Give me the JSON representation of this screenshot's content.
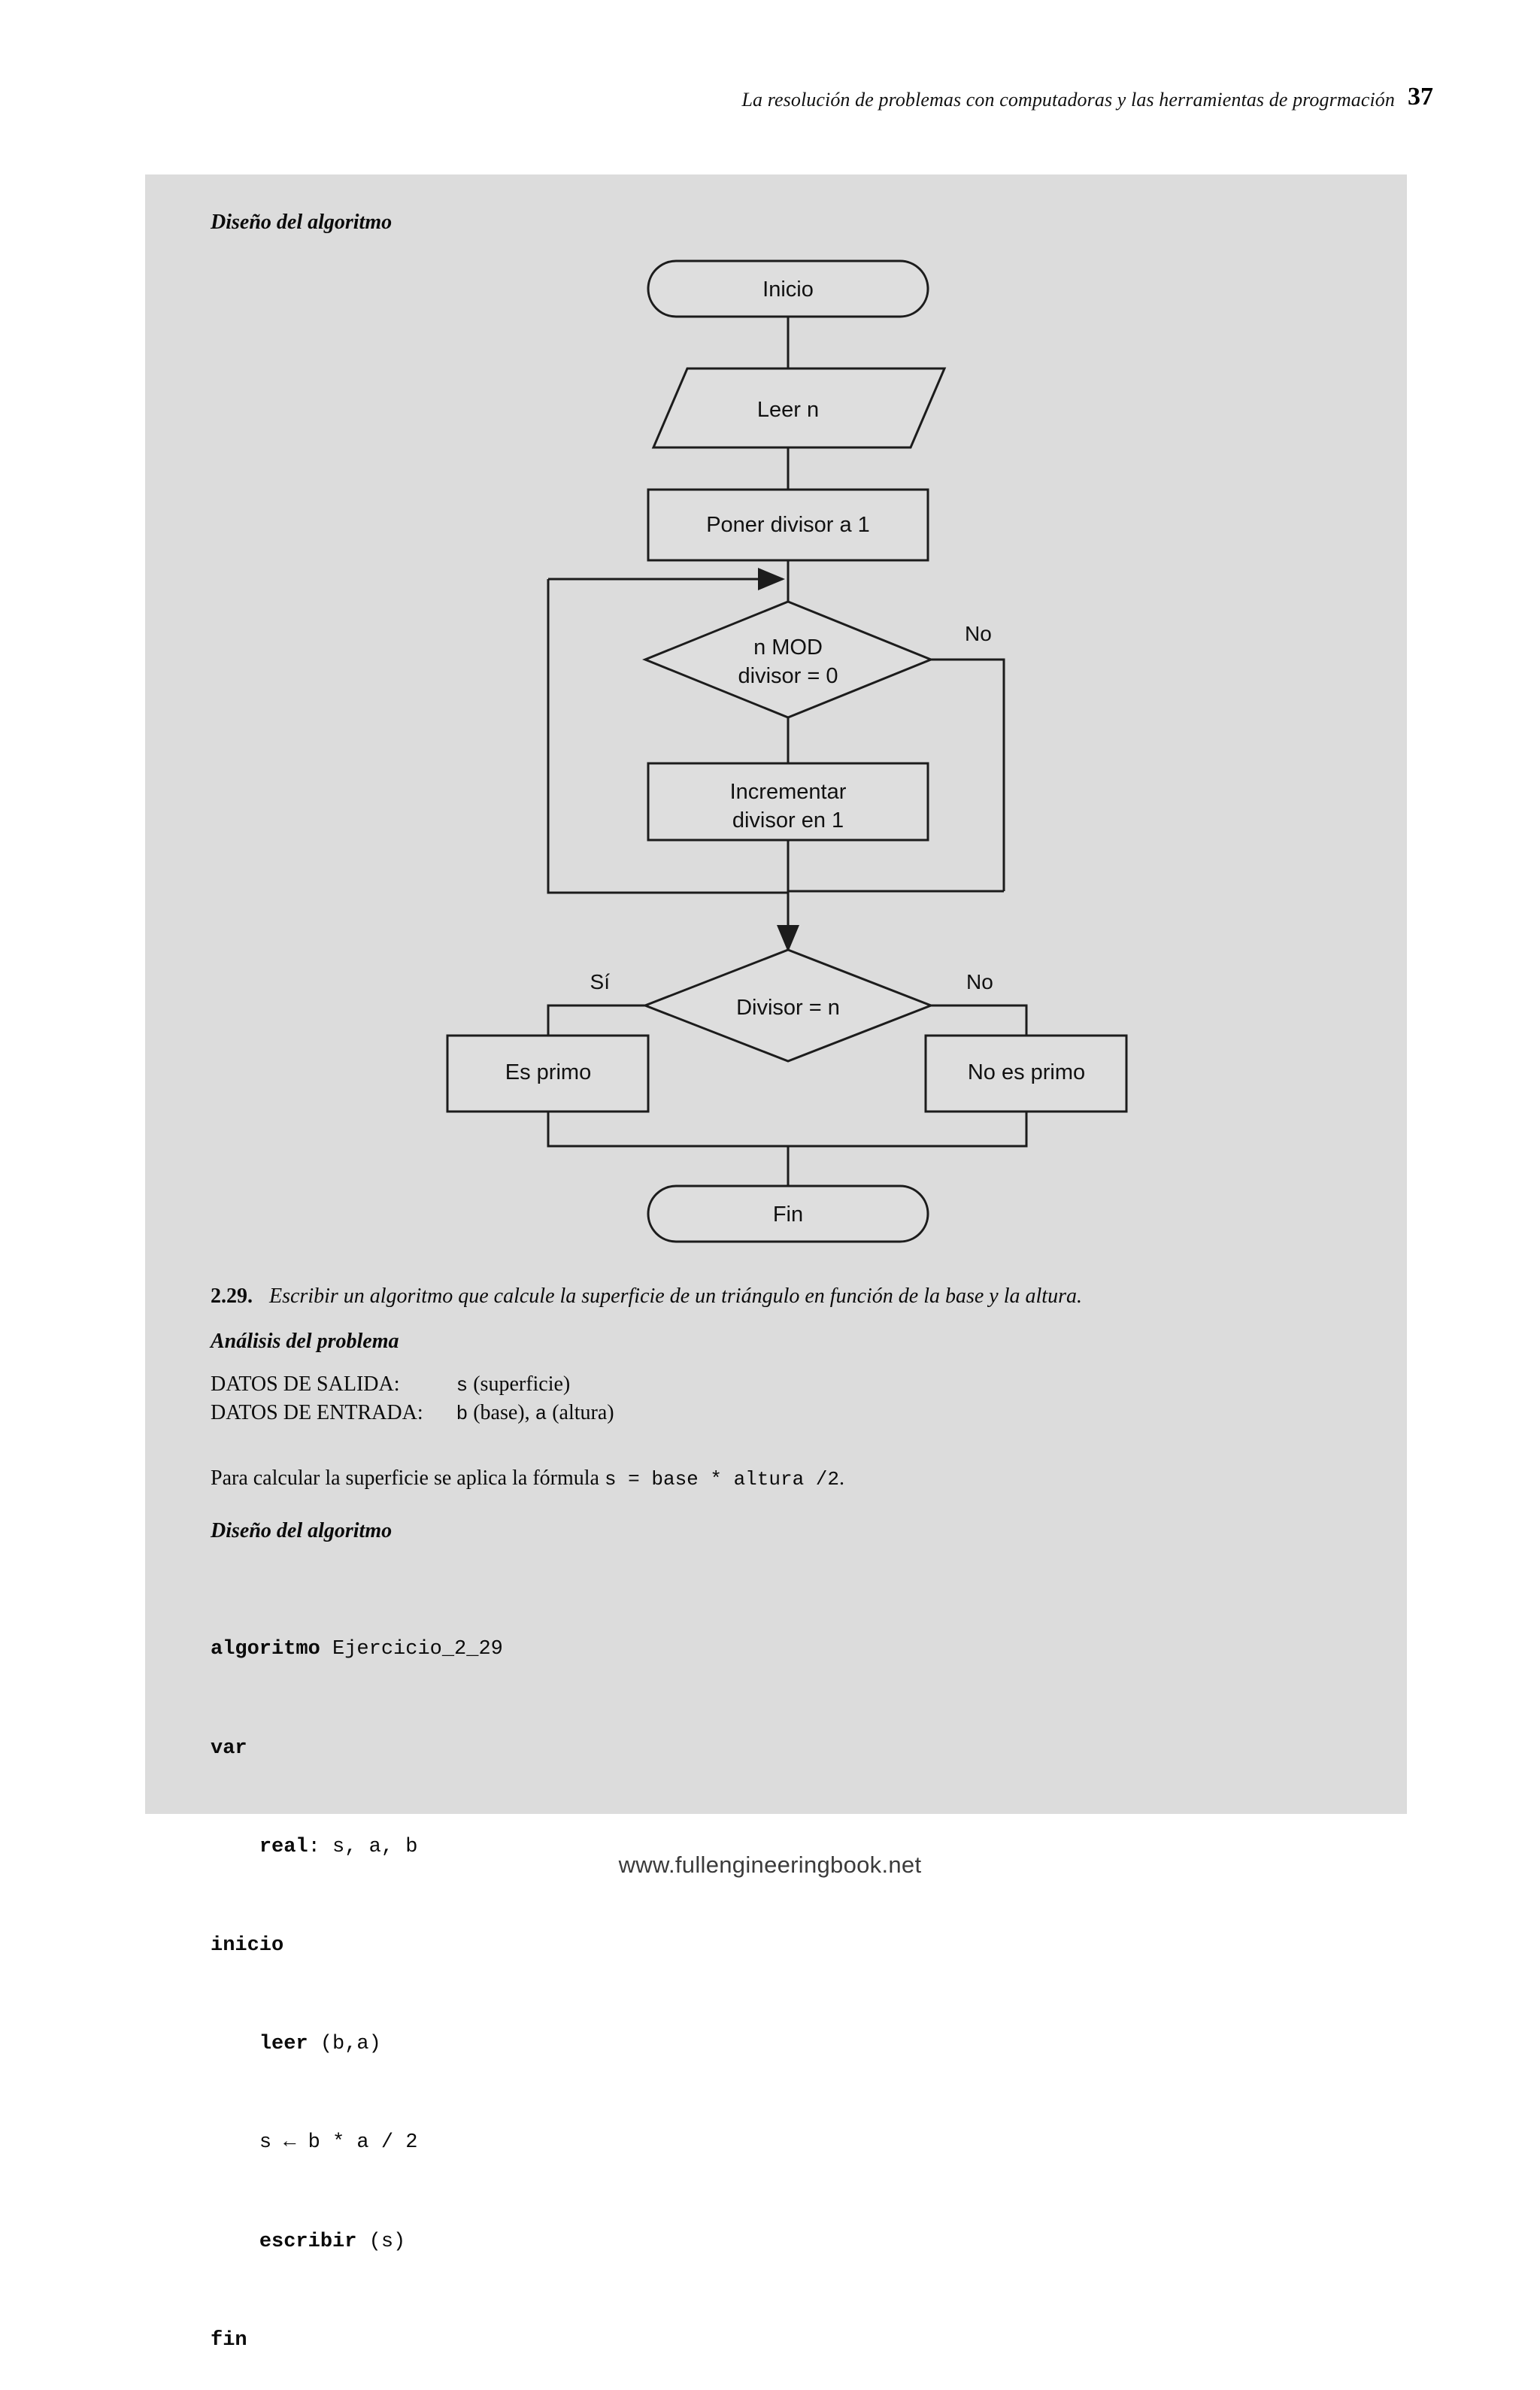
{
  "header": {
    "running_title": "La resolución de problemas con computadoras y las herramientas de progrmación",
    "page_number": "37"
  },
  "panel": {
    "heading_top": "Diseño del algoritmo",
    "heading_bottom": "Diseño del algoritmo",
    "heading_analisis": "Análisis del problema"
  },
  "flowchart": {
    "title": "Diseño del algoritmo",
    "nodes": {
      "start": "Inicio",
      "read": "Leer n",
      "init": "Poner divisor a 1",
      "decision1_line1": "n MOD",
      "decision1_line2": "divisor = 0",
      "increment_line1": "Incrementar",
      "increment_line2": "divisor en 1",
      "decision2": "Divisor = n",
      "yes_result": "Es primo",
      "no_result": "No es primo",
      "end": "Fin"
    },
    "edge_labels": {
      "decision1_no": "No",
      "decision2_yes": "Sí",
      "decision2_no": "No"
    }
  },
  "exercise": {
    "number": "2.29.",
    "statement": "Escribir un algoritmo que calcule la superficie de un triángulo en función de la base y la altura."
  },
  "analisis": {
    "rows": [
      {
        "label": "DATOS DE SALIDA:",
        "var": "s",
        "desc": " (superficie)"
      },
      {
        "label": "DATOS DE ENTRADA:",
        "var": "b",
        "desc": " (base), ",
        "var2": "a",
        "desc2": " (altura)"
      }
    ],
    "formula_prefix": "Para calcular la superficie se aplica la fórmula ",
    "formula_code": "s = base * altura /2",
    "formula_suffix": "."
  },
  "code": {
    "lines": [
      {
        "kw": "algoritmo",
        "rest": " Ejercicio_2_29",
        "indent": 0
      },
      {
        "kw": "var",
        "rest": "",
        "indent": 0
      },
      {
        "kw": "real",
        "rest": ": s, a, b",
        "indent": 1
      },
      {
        "kw": "inicio",
        "rest": "",
        "indent": 0
      },
      {
        "kw": "leer",
        "rest": " (b,a)",
        "indent": 1
      },
      {
        "kw": "",
        "rest": "s ← b * a / 2",
        "indent": 1
      },
      {
        "kw": "escribir",
        "rest": " (s)",
        "indent": 1
      },
      {
        "kw": "fin",
        "rest": "",
        "indent": 0
      }
    ]
  },
  "footer": {
    "url": "www.fullengineeringbook.net"
  },
  "colors": {
    "panel_background": "#dcdcdc",
    "shape_fill": "#dedede",
    "stroke": "#1c1c1c",
    "text": "#0b0b0b"
  }
}
